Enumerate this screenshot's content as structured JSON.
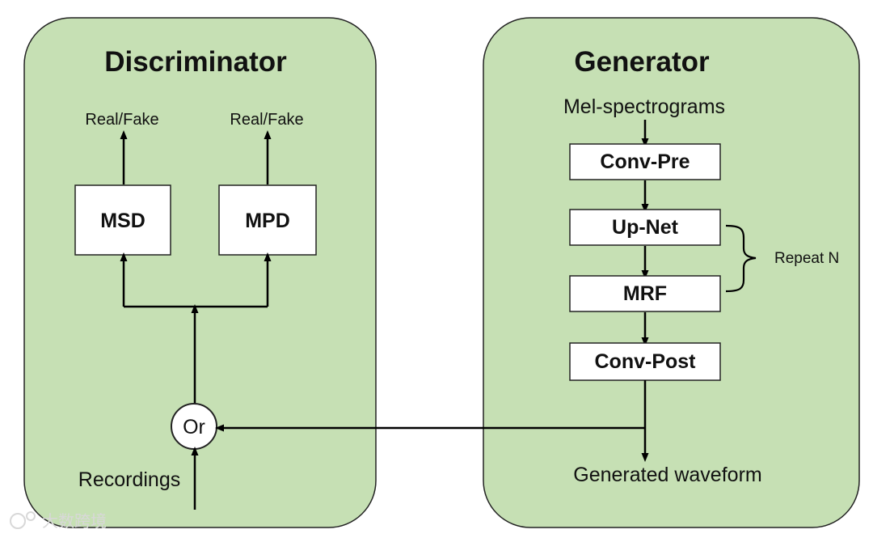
{
  "colors": {
    "panel_fill": "#c6e0b4",
    "box_fill": "#ffffff",
    "line": "#000000"
  },
  "discriminator": {
    "title": "Discriminator",
    "msd_output": "Real/Fake",
    "mpd_output": "Real/Fake",
    "msd_label": "MSD",
    "mpd_label": "MPD",
    "or_label": "Or",
    "input_label": "Recordings"
  },
  "generator": {
    "title": "Generator",
    "input_label": "Mel-spectrograms",
    "blocks": [
      "Conv-Pre",
      "Up-Net",
      "MRF",
      "Conv-Post"
    ],
    "repeat_label": "Repeat N",
    "output_label": "Generated waveform"
  },
  "watermark": {
    "text": "大数跨境"
  }
}
